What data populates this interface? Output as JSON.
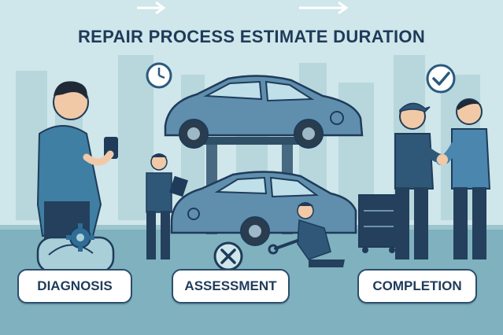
{
  "title": "REPAIR PROCESS ESTIMATE DURATION",
  "steps": [
    {
      "label": "DIAGNOSIS",
      "icon": "gear-icon"
    },
    {
      "label": "ASSESSMENT",
      "icon": "x-circle-icon"
    },
    {
      "label": "COMPLETION",
      "icon": "checkmark-icon"
    }
  ],
  "icons": {
    "clock": "clock-icon",
    "check": "checkmark-icon",
    "wrench": "wrench-icon"
  },
  "colors": {
    "background": "#cfe6ea",
    "navy": "#1f3b5a",
    "car": "#5f8fad",
    "skin": "#f2c9a7"
  }
}
